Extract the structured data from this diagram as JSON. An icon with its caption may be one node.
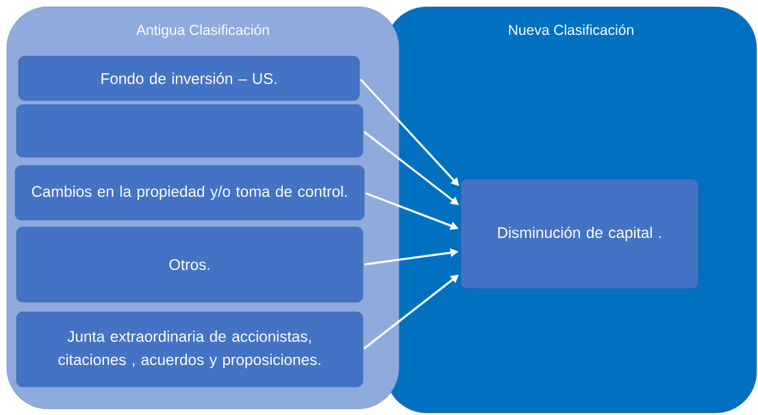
{
  "diagram": {
    "nodes": [
      {
        "text": [
          "Antigua Clasificación"
        ]
      },
      {
        "text": [
          "Nueva Clasificación"
        ]
      },
      {
        "text": [
          "Fondo de inversión – US."
        ],
        "in": 0
      },
      {
        "text": [],
        "shape": "box",
        "in": 0
      },
      {
        "text": [
          "Cambios en la propiedad y/o toma de control."
        ],
        "in": 0
      },
      {
        "text": [
          "Otros."
        ],
        "in": 0
      },
      {
        "text": [
          "Junta extraordinaria de accionistas, citaciones , acuerdos y proposiciones."
        ],
        "in": 0
      },
      {
        "text": [
          "Disminución de capital ."
        ],
        "in": 1
      }
    ],
    "edges": [
      {
        "from": 2,
        "to": 7,
        "arrow": "to"
      },
      {
        "from": 3,
        "to": 7,
        "arrow": "to"
      },
      {
        "from": 4,
        "to": 7,
        "arrow": "to"
      },
      {
        "from": 5,
        "to": 7,
        "arrow": "to"
      },
      {
        "from": 6,
        "to": 7,
        "arrow": "to"
      }
    ]
  }
}
